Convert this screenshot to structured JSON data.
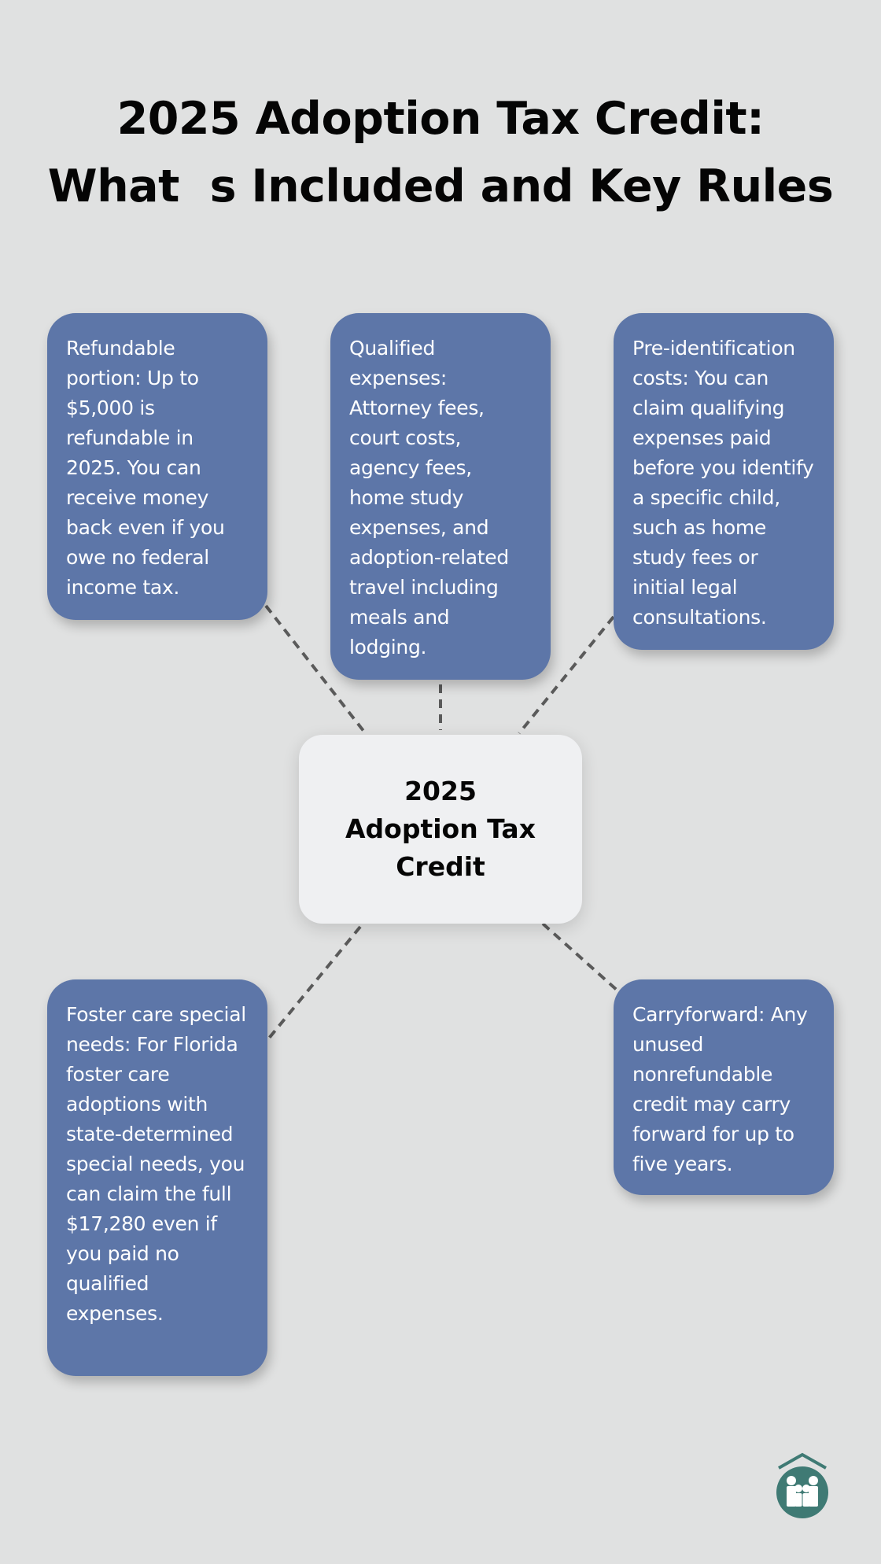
{
  "title": {
    "line1": "2025 Adoption Tax Credit:",
    "line2": "What  s Included and Key Rules"
  },
  "center": {
    "label": "2025 Adoption Tax Credit"
  },
  "cards": [
    {
      "id": "refundable-portion",
      "text": "Refundable portion: Up to $5,000 is refundable in 2025. You can receive money back even if you owe no federal income tax."
    },
    {
      "id": "qualified-expenses",
      "text": "Qualified expenses: Attorney fees, court costs, agency fees, home study expenses, and adoption-related travel including meals and lodging."
    },
    {
      "id": "pre-identification-costs",
      "text": "Pre-identification costs: You can claim qualifying expenses paid before you identify a specific child, such as home study fees or initial legal consultations."
    },
    {
      "id": "foster-care-special-needs",
      "text": "Foster care special needs: For Florida foster care adoptions with state-determined special needs, you can claim the full $17,280 even if you paid no qualified expenses."
    },
    {
      "id": "carryforward",
      "text": "Carryforward: Any unused nonrefundable credit may carry forward for up to five years."
    }
  ],
  "colors": {
    "background": "#e0e1e1",
    "card": "#5d76a8",
    "center_box": "#eff0f2",
    "connector": "#5a5a5a",
    "logo": "#3f7a74"
  },
  "logo": {
    "icon": "family-house-icon"
  }
}
